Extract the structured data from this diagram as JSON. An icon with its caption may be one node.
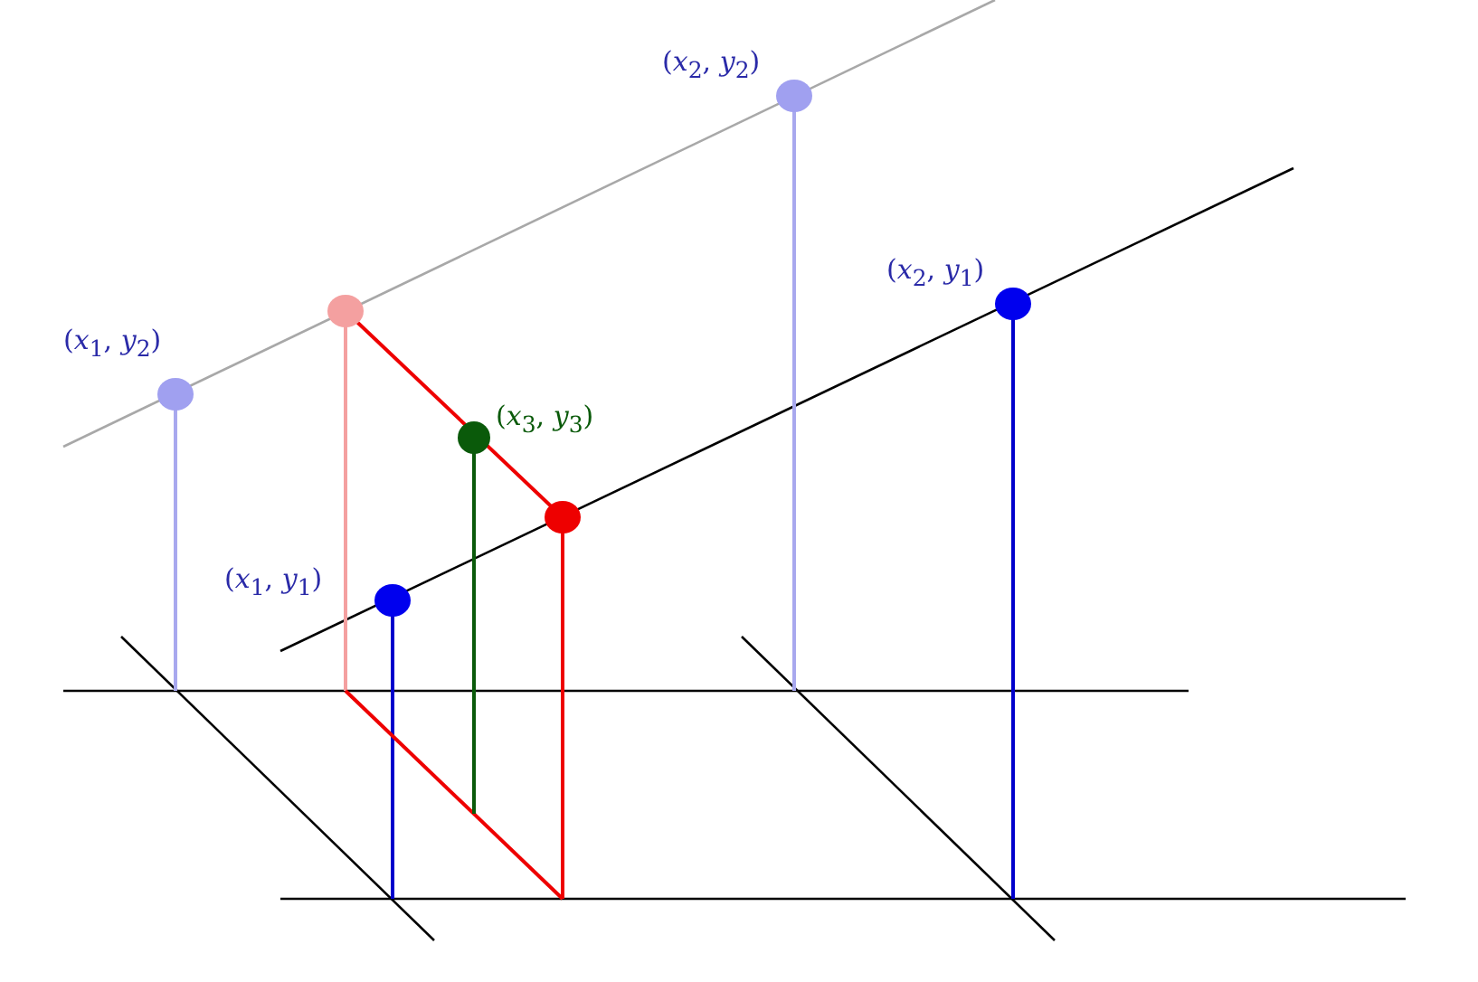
{
  "diagram": {
    "labels": [
      "(*x*$_{1}$, *y*$_{2}$)",
      "(*x*$_{2}$, *y*$_{2}$)",
      "(*x*$_{2}$, *y*$_{1}$)",
      "(*x*$_{3}$, *y*$_{3}$)",
      "(*x*$_{1}$, *y*$_{1}$)"
    ]
  }
}
